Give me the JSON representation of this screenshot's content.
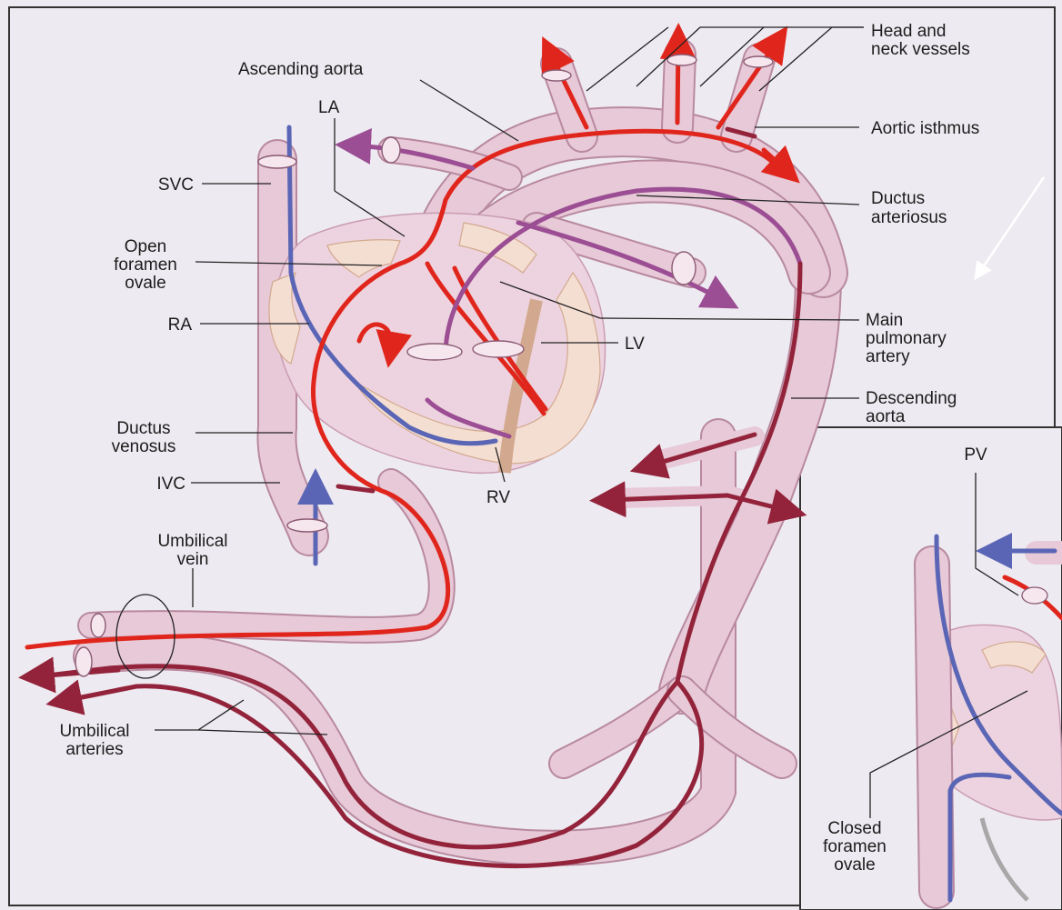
{
  "labels": {
    "head_neck_1": "Head and",
    "head_neck_2": "neck vessels",
    "ascending_aorta": "Ascending aorta",
    "la": "LA",
    "aortic_isthmus": "Aortic isthmus",
    "svc": "SVC",
    "ductus_arteriosus_1": "Ductus",
    "ductus_arteriosus_2": "arteriosus",
    "open_fo_1": "Open",
    "open_fo_2": "foramen",
    "open_fo_3": "ovale",
    "ra": "RA",
    "main_pa_1": "Main",
    "main_pa_2": "pulmonary",
    "main_pa_3": "artery",
    "lv": "LV",
    "desc_aorta_1": "Descending",
    "desc_aorta_2": "aorta",
    "ductus_venosus_1": "Ductus",
    "ductus_venosus_2": "venosus",
    "ivc": "IVC",
    "rv": "RV",
    "pv": "PV",
    "umbilical_vein_1": "Umbilical",
    "umbilical_vein_2": "vein",
    "umbilical_arteries_1": "Umbilical",
    "umbilical_arteries_2": "arteries",
    "closed_fo_1": "Closed",
    "closed_fo_2": "foramen",
    "closed_fo_3": "ovale"
  },
  "colors": {
    "oxygenated": "#e0261c",
    "deoxygenated": "#5a66b5",
    "mixed": "#92233a",
    "pulmonary": "#9b4e93",
    "vessel_wall": "#e7c9d7",
    "background": "#eeeaf1"
  }
}
